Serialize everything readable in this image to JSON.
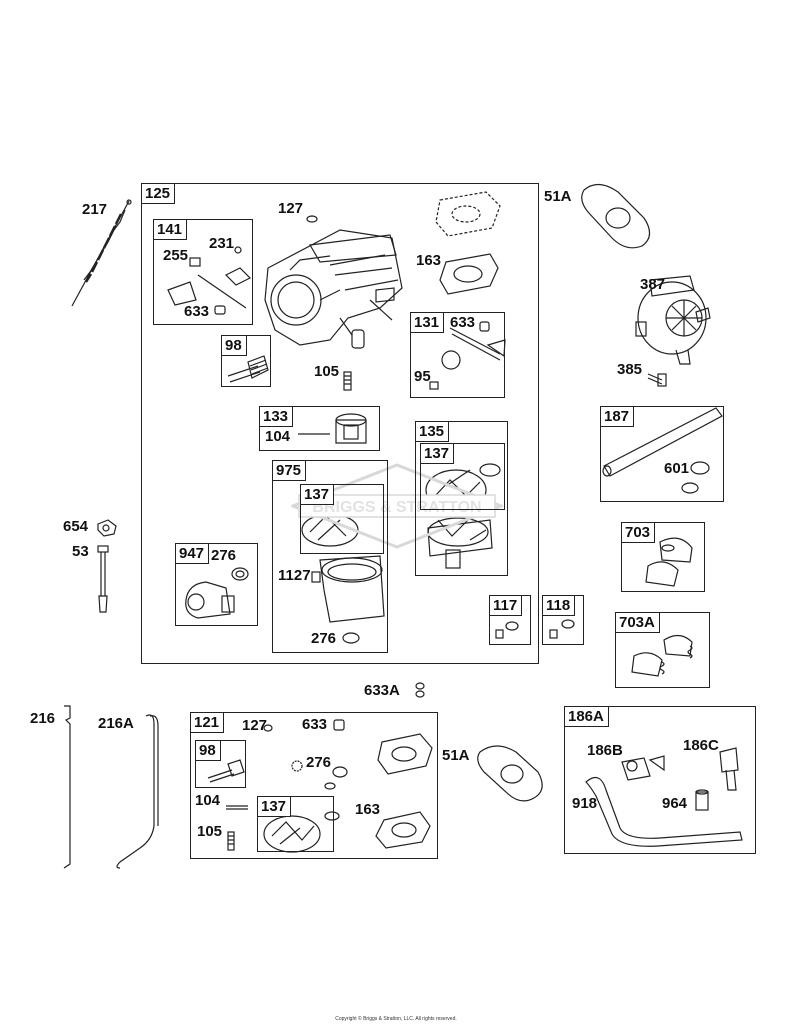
{
  "copyright": "Copyright © Briggs & Stratton, LLC. All rights reserved.",
  "watermark": "BRIGGS & STRATTON",
  "groups": {
    "g125": "125",
    "g141": "141",
    "g98a": "98",
    "g131": "131",
    "g133": "133",
    "g135": "135",
    "g137b": "137",
    "g975": "975",
    "g137a": "137",
    "g947": "947",
    "g117": "117",
    "g118": "118",
    "g187": "187",
    "g703": "703",
    "g703a": "703A",
    "g121": "121",
    "g98b": "98",
    "g137c": "137",
    "g186a": "186A"
  },
  "labels": {
    "l217": "217",
    "l127a": "127",
    "l231": "231",
    "l255": "255",
    "l633a": "633",
    "l163a": "163",
    "l633b": "633",
    "l95": "95",
    "l105a": "105",
    "l104a": "104",
    "l51a_top": "51A",
    "l387": "387",
    "l385": "385",
    "l601": "601",
    "l654": "654",
    "l53": "53",
    "l276a": "276",
    "l1127": "1127",
    "l276b": "276",
    "l633A": "633A",
    "l216": "216",
    "l216A": "216A",
    "l127b": "127",
    "l633c": "633",
    "l276c": "276",
    "l104b": "104",
    "l105b": "105",
    "l163b": "163",
    "l51a_bot": "51A",
    "l186B": "186B",
    "l186C": "186C",
    "l918": "918",
    "l964": "964"
  }
}
